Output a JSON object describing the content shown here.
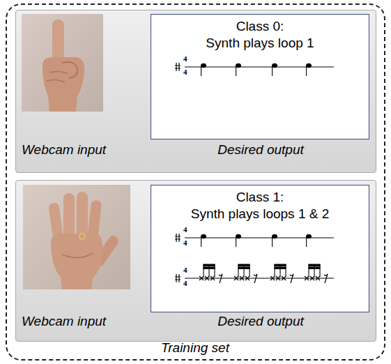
{
  "diagram": {
    "nodes": [
      {
        "text": [
          "Training set"
        ]
      },
      {
        "text": [
          "Webcam input",
          "Desired output"
        ],
        "in": 0
      },
      {
        "text": [
          "Class 0:",
          "Synth plays loop 1"
        ],
        "in": 1
      },
      {
        "text": [
          "Webcam input",
          "Desired output"
        ],
        "in": 0
      },
      {
        "text": [
          "Class 1:",
          "Synth plays loops 1 & 2"
        ],
        "in": 3
      }
    ],
    "labels": [
      "4",
      "4",
      "4",
      "4",
      "4",
      "4"
    ]
  }
}
